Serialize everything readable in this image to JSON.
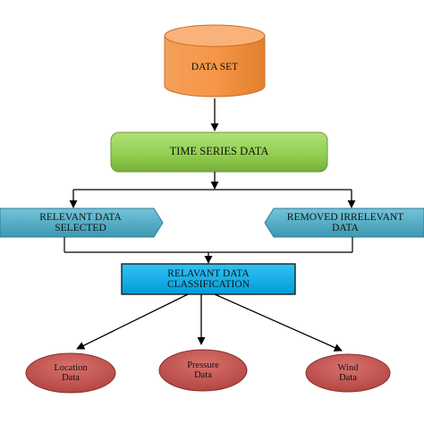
{
  "diagram": {
    "nodes": {
      "data_set": {
        "label": "DATA SET",
        "color": "#f79646",
        "type": "cylinder"
      },
      "time_series": {
        "label": "TIME SERIES DATA",
        "color": "#92d050",
        "type": "rounded-rect"
      },
      "relevant": {
        "label": "RELEVANT DATA\nSELECTED",
        "color": "#4bacc6",
        "type": "banner"
      },
      "removed": {
        "label": "REMOVED IRRELEVANT\nDATA",
        "color": "#4bacc6",
        "type": "banner"
      },
      "classification": {
        "label": "RELAVANT DATA\nCLASSIFICATION",
        "color": "#00b0f0",
        "type": "rect"
      },
      "location": {
        "label": "Location\nData",
        "color": "#c0504d",
        "type": "ellipse"
      },
      "pressure": {
        "label": "Pressure\nData",
        "color": "#c0504d",
        "type": "ellipse"
      },
      "wind": {
        "label": "Wind\nData",
        "color": "#c0504d",
        "type": "ellipse"
      }
    },
    "edges": [
      {
        "from": "data_set",
        "to": "time_series"
      },
      {
        "from": "time_series",
        "to": "relevant"
      },
      {
        "from": "time_series",
        "to": "removed"
      },
      {
        "from": "relevant",
        "to": "classification"
      },
      {
        "from": "removed",
        "to": "classification"
      },
      {
        "from": "classification",
        "to": "location"
      },
      {
        "from": "classification",
        "to": "pressure"
      },
      {
        "from": "classification",
        "to": "wind"
      }
    ]
  }
}
